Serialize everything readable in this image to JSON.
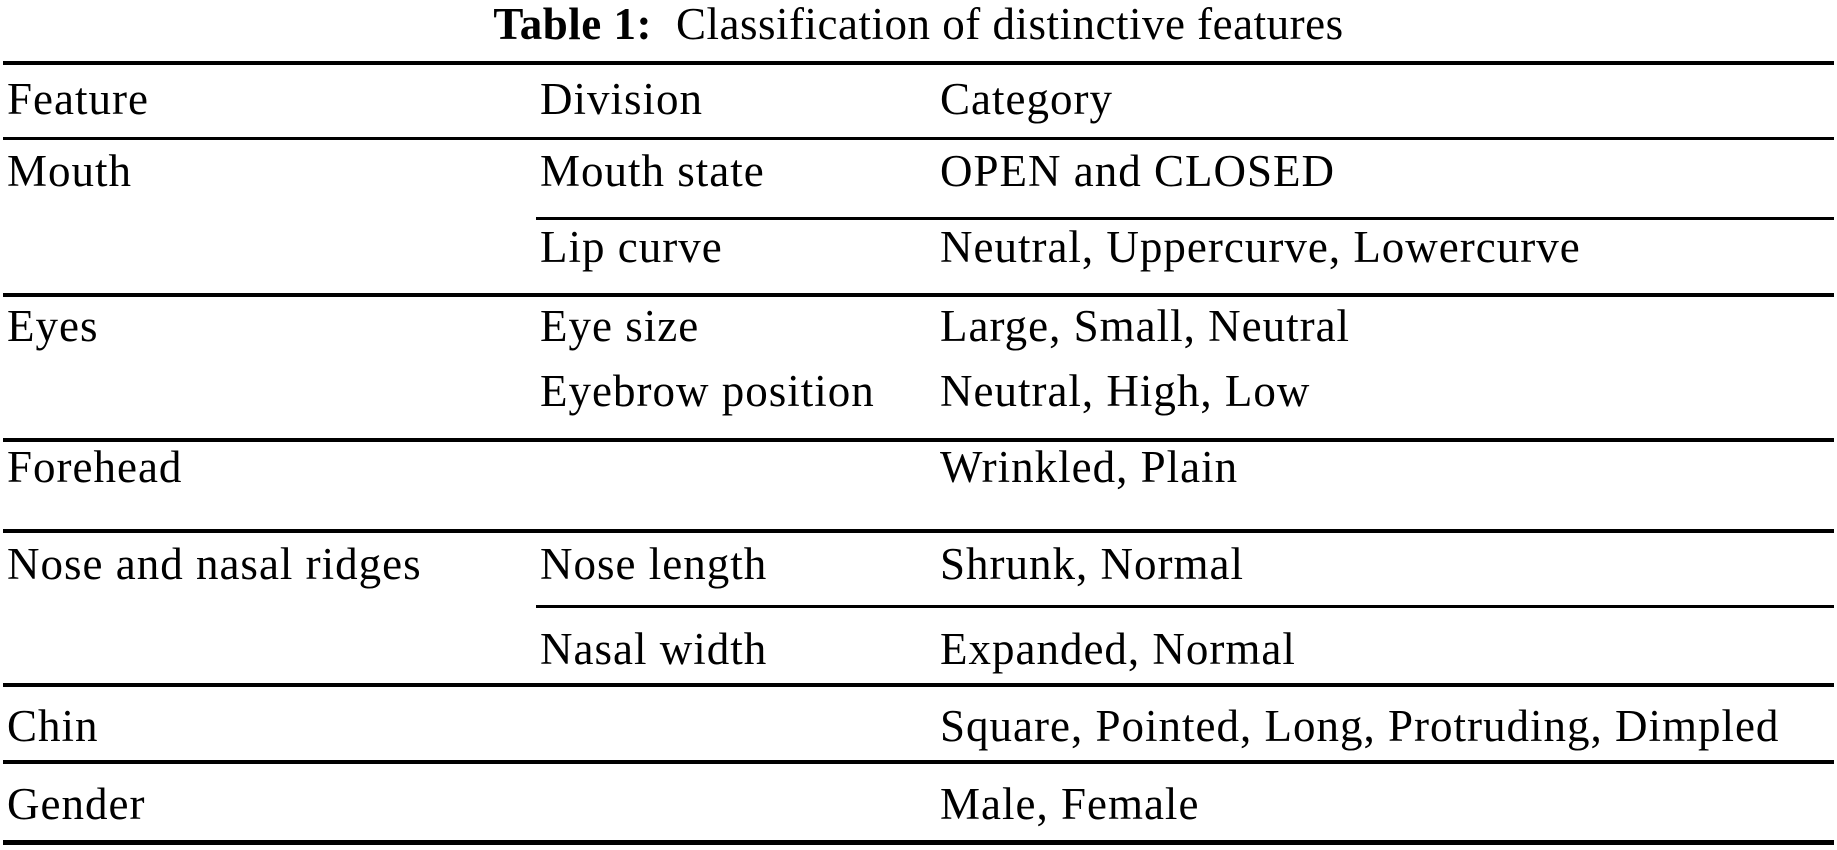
{
  "caption": {
    "label": "Table 1:",
    "text": "Classification of distinctive features"
  },
  "table": {
    "headers": {
      "feature": "Feature",
      "division": "Division",
      "category": "Category"
    },
    "rows": [
      {
        "feature": "Mouth",
        "division": "Mouth state",
        "category": "OPEN and CLOSED"
      },
      {
        "feature": "",
        "division": "Lip curve",
        "category": "Neutral, Uppercurve, Lowercurve"
      },
      {
        "feature": "Eyes",
        "division": "Eye size",
        "category": "Large, Small, Neutral"
      },
      {
        "feature": "",
        "division": "Eyebrow position",
        "category": "Neutral, High, Low"
      },
      {
        "feature": "Forehead",
        "division": "",
        "category": "Wrinkled, Plain"
      },
      {
        "feature": "Nose and nasal ridges",
        "division": "Nose length",
        "category": "Shrunk, Normal"
      },
      {
        "feature": "",
        "division": "Nasal width",
        "category": "Expanded, Normal"
      },
      {
        "feature": "Chin",
        "division": "",
        "category": "Square, Pointed, Long, Protruding, Dimpled"
      },
      {
        "feature": "Gender",
        "division": "",
        "category": "Male, Female"
      }
    ],
    "colors": {
      "text": "#000000",
      "rule": "#000000",
      "background": "#ffffff"
    }
  }
}
